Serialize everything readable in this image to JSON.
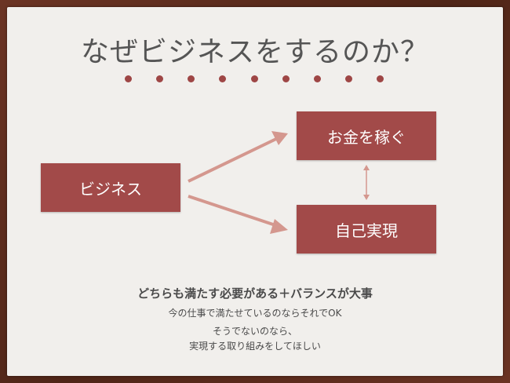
{
  "slide": {
    "title": "なぜビジネスをするのか？",
    "dot_count": 9
  },
  "diagram": {
    "source": "ビジネス",
    "target_top": "お金を稼ぐ",
    "target_bottom": "自己実現"
  },
  "notes": {
    "main": "どちらも満たす必要がある＋バランスが大事",
    "line1": "今の仕事で満たせているのならそれでOK",
    "line2": "そうでないのなら、",
    "line3": "実現する取り組みをしてほしい"
  },
  "colors": {
    "box": "#a24a49",
    "arrow": "#d4978e",
    "dot": "#9e4645",
    "background": "#f1efec",
    "frame": "#5c2d1e"
  }
}
